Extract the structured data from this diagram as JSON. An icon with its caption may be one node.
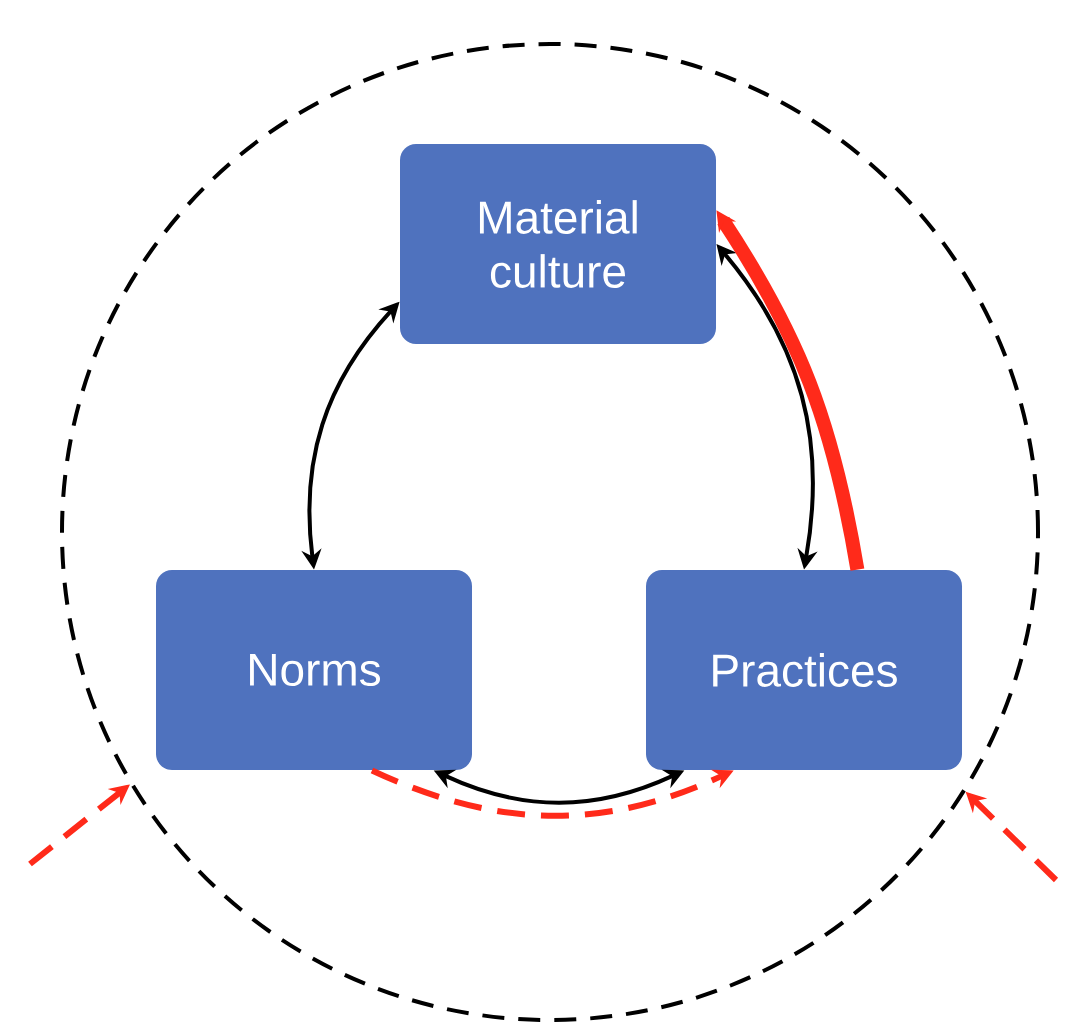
{
  "diagram": {
    "nodes": [
      {
        "text": [],
        "shape": "circle"
      },
      {
        "text": [
          "Material culture"
        ],
        "in": 0
      },
      {
        "text": [
          "Norms"
        ],
        "in": 0
      },
      {
        "text": [
          "Practices"
        ],
        "in": 0
      }
    ],
    "edges": [
      {
        "from": 1,
        "to": 2,
        "arrow": "both",
        "color": "#000000"
      },
      {
        "from": 1,
        "to": 3,
        "arrow": "both",
        "color": "#000000"
      },
      {
        "from": 2,
        "to": 3,
        "arrow": "both",
        "color": "#000000"
      },
      {
        "from": 3,
        "to": 1,
        "arrow": "to",
        "style": "thick",
        "color": "#ff2a1a"
      },
      {
        "from": 2,
        "to": 3,
        "arrow": "to",
        "style": "dashed",
        "color": "#ff2a1a"
      },
      {
        "from": null,
        "to": 0,
        "arrow": "to",
        "style": "dashed",
        "color": "#ff2a1a"
      },
      {
        "from": null,
        "to": 0,
        "arrow": "to",
        "style": "dashed",
        "color": "#ff2a1a"
      }
    ]
  }
}
